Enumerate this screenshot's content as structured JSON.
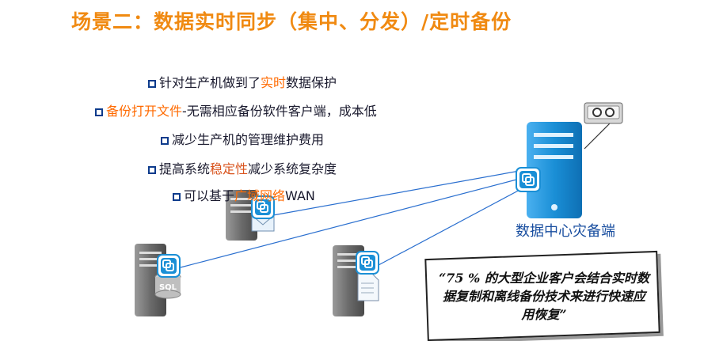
{
  "title": "场景二：数据实时同步（集中、分发）/定时备份",
  "bullets": [
    {
      "before": "针对生产机做到了",
      "highlight": "实时",
      "after": "数据保护"
    },
    {
      "before": "",
      "highlight": "备份打开文件",
      "after": "-无需相应备份软件客户端，成本低"
    },
    {
      "before": "减少生产机的管理维护费用",
      "highlight": "",
      "after": ""
    },
    {
      "before": "提高系统",
      "highlight": "稳定性",
      "after": "减少系统复杂度"
    },
    {
      "before": "可以基于",
      "highlight": "广域网络",
      "after": "WAN"
    }
  ],
  "datacenter_label": "数据中心灾备端",
  "server_labels": {
    "sql": "SQL"
  },
  "quote": "“75 % 的大型企业客户会结合实时数据复制和离线备份技术来进行快速应用恢复”",
  "colors": {
    "title": "#f08a12",
    "highlight": "#ff6a00",
    "server_blue": "#1a8fd6",
    "line_blue": "#2a6fcf"
  }
}
